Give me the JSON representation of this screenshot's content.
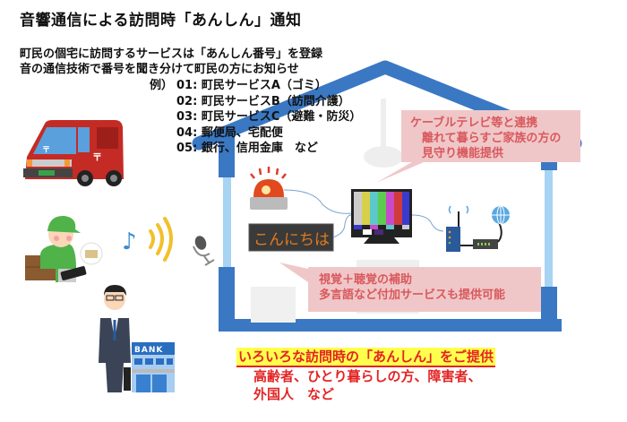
{
  "title": "音響通信による訪問時「あんしん」通知",
  "intro": {
    "line1": "町民の個宅に訪問するサービスは「あんしん番号」を登録",
    "line2": "音の通信技術で番号を聞き分けて町民の方にお知らせ"
  },
  "examples": {
    "lead": "例）",
    "items": [
      {
        "code": "01:",
        "label": "町民サービスA（ゴミ）"
      },
      {
        "code": "02:",
        "label": "町民サービスB（訪問介護）"
      },
      {
        "code": "03:",
        "label": "町民サービスC（避難・防災）"
      },
      {
        "code": "04:",
        "label": "郵便局、宅配便"
      },
      {
        "code": "05:",
        "label": "銀行、信用金庫　など"
      }
    ]
  },
  "callouts": {
    "cable": {
      "line1": "ケーブルテレビ等と連携",
      "line2": "　離れて暮らすご家族の方の",
      "line3": "　見守り機能提供"
    },
    "assist": {
      "line1": "視覚＋聴覚の補助",
      "line2": "多言語など付加サービスも提供可能"
    }
  },
  "bottom": {
    "headline": "いろいろな訪問時の「あんしん」をご提供",
    "line1": "高齢者、ひとり暮らしの方、障害者、",
    "line2": "外国人　など"
  },
  "illustrations": {
    "led_display_text": "こんにちは",
    "bank_sign": "BANK",
    "postal_mark": "〒",
    "music_note": "♪"
  },
  "colors": {
    "house_blue": "#3a78c3",
    "house_light_blue": "#a8d4f3",
    "callout_bg": "#f0c7c8",
    "callout_text": "#d8585c",
    "highlight_yellow": "#ffff4d",
    "accent_red": "#e32424",
    "post_red": "#c42b25"
  }
}
